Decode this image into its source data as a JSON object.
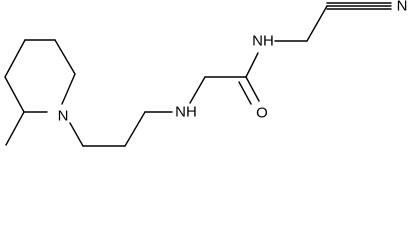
{
  "molecule": {
    "atoms": {
      "ring_nitrogen": "N",
      "amine_nitrogen": "NH",
      "carbonyl_oxygen": "O",
      "amide_nitrogen": "NH",
      "nitrile_nitrogen": "N"
    }
  }
}
